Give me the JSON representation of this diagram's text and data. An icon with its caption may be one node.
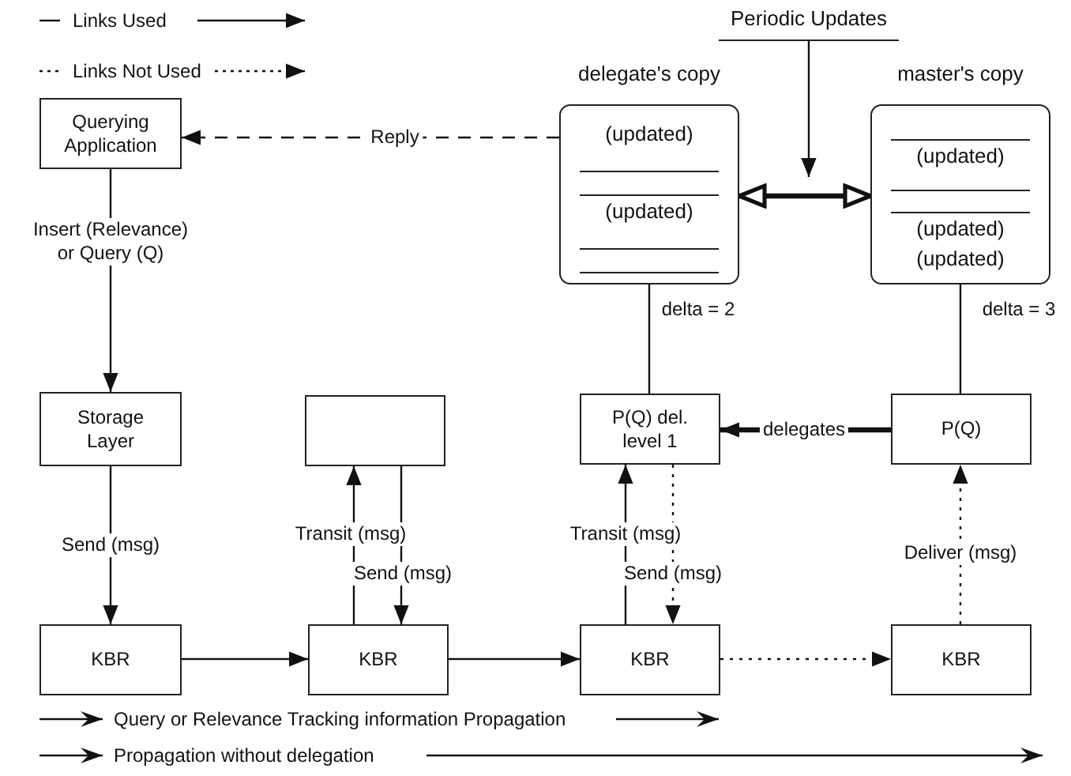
{
  "diagram": {
    "nodes": [
      {
        "text": [
          "Querying Application"
        ]
      },
      {
        "text": [
          "Storage Layer"
        ]
      },
      {
        "text": [],
        "shape": "box"
      },
      {
        "text": [
          "delegate's copy",
          "(updated)",
          "(updated)"
        ]
      },
      {
        "text": [
          "master's copy",
          "(updated)",
          "(updated)",
          "(updated)"
        ]
      },
      {
        "text": [
          "P(Q) del. level 1"
        ]
      },
      {
        "text": [
          "P(Q)"
        ]
      },
      {
        "text": [
          "KBR"
        ]
      },
      {
        "text": [
          "KBR"
        ]
      },
      {
        "text": [
          "KBR"
        ]
      },
      {
        "text": [
          "KBR"
        ]
      },
      {
        "text": [
          "Periodic Updates"
        ]
      }
    ],
    "edges": [
      {
        "from": 3,
        "to": 0,
        "arrow": "to",
        "label": "Reply",
        "style": "dashed"
      },
      {
        "from": 0,
        "to": 1,
        "arrow": "to",
        "label": "Insert (Relevance) or Query (Q)"
      },
      {
        "from": 1,
        "to": 7,
        "arrow": "to",
        "label": "Send (msg)"
      },
      {
        "from": 7,
        "to": 8,
        "arrow": "to"
      },
      {
        "from": 8,
        "to": 9,
        "arrow": "to"
      },
      {
        "from": 9,
        "to": 10,
        "arrow": "to",
        "style": "dashed"
      },
      {
        "from": 8,
        "to": 2,
        "arrow": "to",
        "label": "Transit (msg)"
      },
      {
        "from": 2,
        "to": 8,
        "arrow": "to",
        "label": "Send (msg)"
      },
      {
        "from": 9,
        "to": 5,
        "arrow": "to",
        "label": "Transit (msg)"
      },
      {
        "from": 5,
        "to": 9,
        "arrow": "to",
        "label": "Send (msg)",
        "style": "dashed"
      },
      {
        "from": 10,
        "to": 6,
        "arrow": "to",
        "label": "Deliver (msg)",
        "style": "dashed"
      },
      {
        "from": 6,
        "to": 5,
        "arrow": "to",
        "label": "delegates",
        "style": "thick"
      },
      {
        "from": 3,
        "to": 5,
        "arrow": "none",
        "label": "delta = 2"
      },
      {
        "from": 4,
        "to": 6,
        "arrow": "none",
        "label": "delta = 3"
      },
      {
        "from": 3,
        "to": 4,
        "arrow": "both",
        "style": "thick"
      },
      {
        "from": 11,
        "to": null,
        "arrow": "to"
      }
    ],
    "legend": [
      {
        "text": "Links Used"
      },
      {
        "text": "Links Not Used"
      },
      {
        "text": "Query or Relevance Tracking information Propagation"
      },
      {
        "text": "Propagation without delegation"
      }
    ]
  }
}
